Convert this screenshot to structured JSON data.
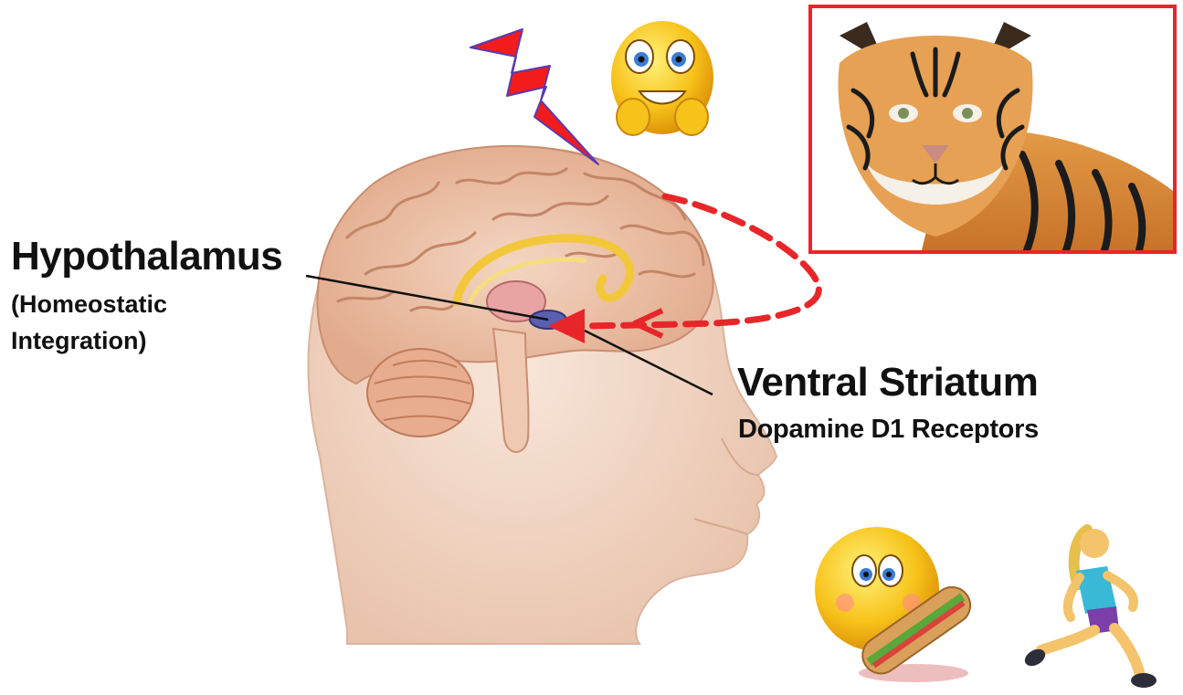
{
  "labels": {
    "hypothalamus_title": "Hypothalamus",
    "hypothalamus_sub_line1": "(Homeostatic",
    "hypothalamus_sub_line2": "Integration)",
    "ventral_striatum_title": "Ventral Striatum",
    "ventral_striatum_sub": "Dopamine D1 Receptors"
  },
  "colors": {
    "frame_border": "#e8262a",
    "arrow": "#e8262a",
    "lightning": "#f21c1c",
    "leader_line": "#111111",
    "skin": "#f2d6c4",
    "brain": "#eec3a8",
    "fornix": "#f2c83a"
  },
  "icons": {
    "lightning": "lightning-bolt-icon",
    "scared_face": "scared-emoji-icon",
    "tiger": "tiger-photo",
    "sandwich_face": "emoji-eating-sandwich-icon",
    "runner": "woman-running-emoji-icon"
  }
}
